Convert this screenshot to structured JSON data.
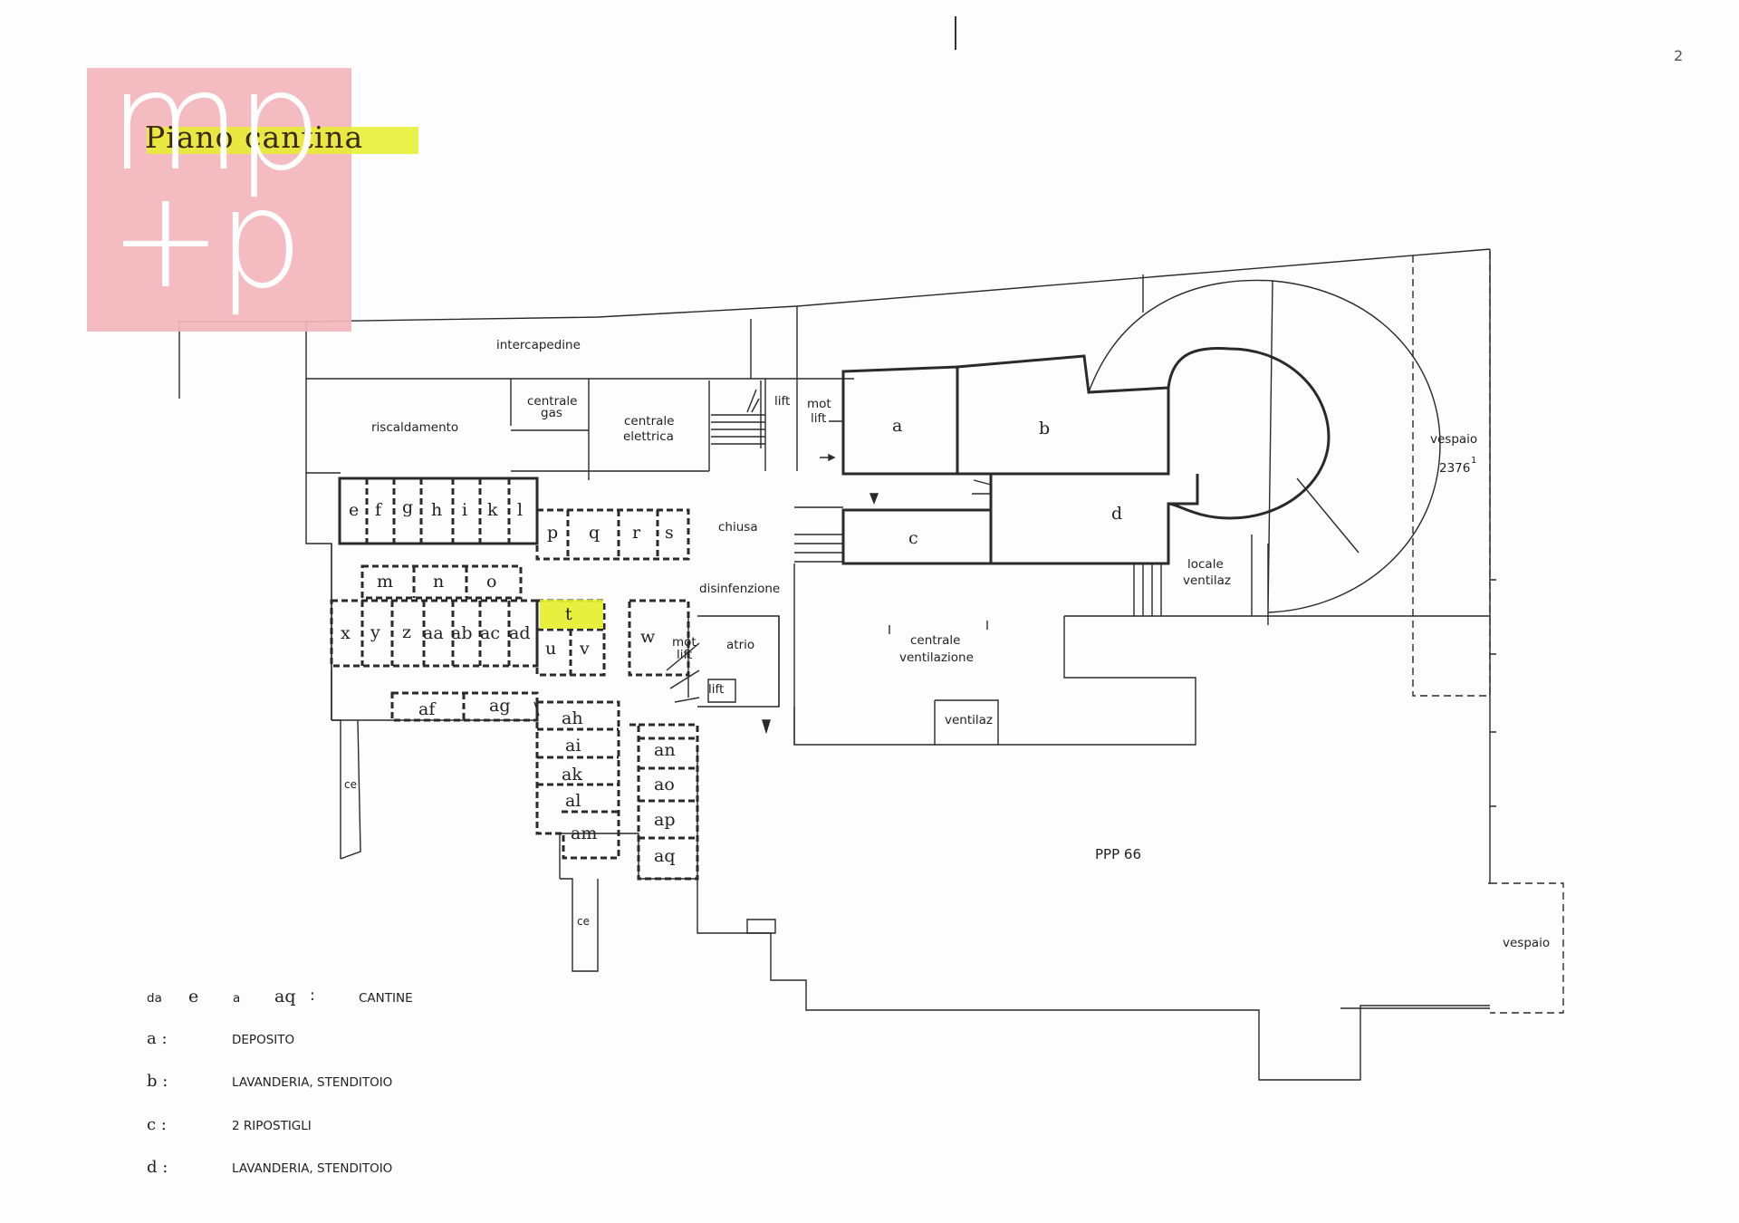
{
  "page_number": "2",
  "logo": {
    "line1": "mp",
    "line2": "+p"
  },
  "title": "Piano cantina",
  "rooms": {
    "intercapedine": "intercapedine",
    "riscaldamento": "riscaldamento",
    "centrale_gas": [
      "centrale",
      "gas"
    ],
    "centrale_elettrica": [
      "centrale",
      "elettrica"
    ],
    "lift": "lift",
    "mot_lift": [
      "mot",
      "lift"
    ],
    "chiusa": "chiusa",
    "disinfenzione": "disinfenzione",
    "atrio": "atrio",
    "centrale_ventilazione": [
      "centrale",
      "ventilazione"
    ],
    "ventilaz": "ventilaz",
    "locale_ventilaz": [
      "locale",
      "ventilaz"
    ],
    "vespaio_top": [
      "vespaio",
      "2376"
    ],
    "vespaio_top_sup": "1",
    "vespaio_bottom": "vespaio",
    "ppp": "PPP 66",
    "ce": "ce",
    "a": "a",
    "b": "b",
    "c": "c",
    "d": "d"
  },
  "cantine": [
    "e",
    "f",
    "g",
    "h",
    "i",
    "k",
    "l",
    "p",
    "q",
    "r",
    "s",
    "m",
    "n",
    "o",
    "t",
    "x",
    "y",
    "z",
    "aa",
    "ab",
    "ac",
    "ad",
    "u",
    "v",
    "w",
    "af",
    "ag",
    "ah",
    "ai",
    "ak",
    "al",
    "am",
    "an",
    "ao",
    "ap",
    "aq"
  ],
  "highlighted_cantina": "t",
  "legend": [
    {
      "key_parts": [
        "da",
        "e",
        "a",
        "aq",
        ":"
      ],
      "value": "CANTINE"
    },
    {
      "key": "a :",
      "value": "DEPOSITO"
    },
    {
      "key": "b :",
      "value": "LAVANDERIA, STENDITOIO"
    },
    {
      "key": "c :",
      "value": "2 RIPOSTIGLI"
    },
    {
      "key": "d :",
      "value": "LAVANDERIA, STENDITOIO"
    }
  ],
  "colors": {
    "logo": "#f3b6bb",
    "highlight": "#e6ee2a",
    "line": "#2a2a2a"
  }
}
